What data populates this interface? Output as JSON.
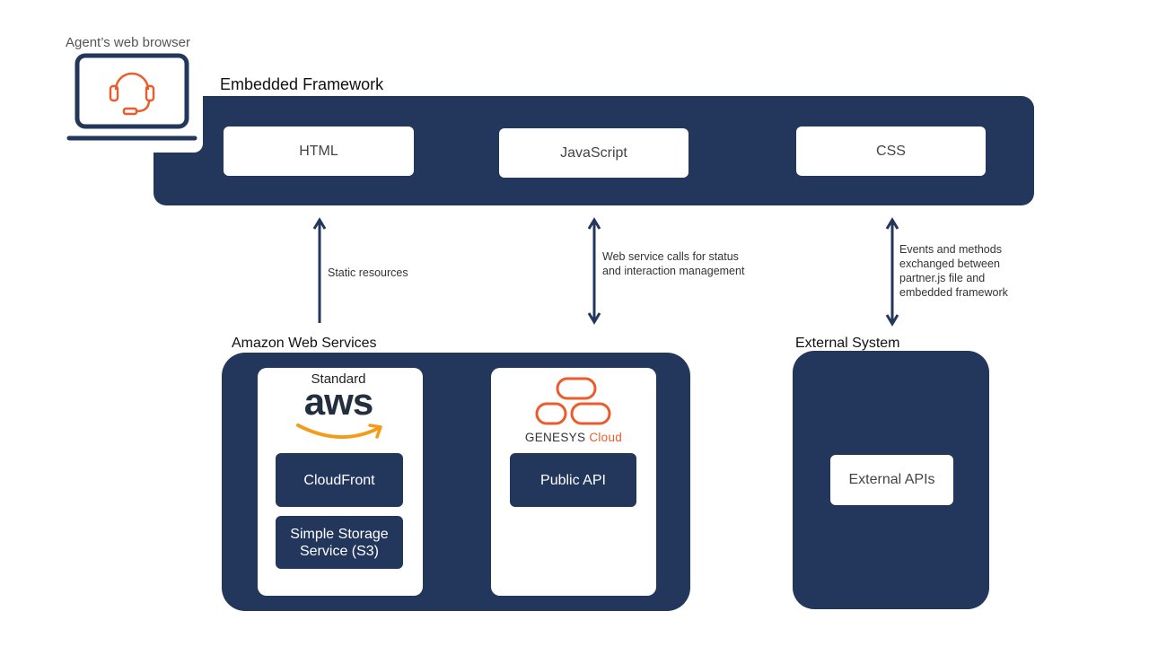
{
  "browser": {
    "label": "Agent’s web browser",
    "icon": "headset-laptop-icon"
  },
  "framework": {
    "title": "Embedded Framework",
    "items": [
      "HTML",
      "JavaScript",
      "CSS"
    ]
  },
  "connections": {
    "static": "Static resources",
    "webservice": "Web service calls for status and interaction management",
    "events": "Events and methods exchanged between partner.js file and embedded framework"
  },
  "aws": {
    "title": "Amazon Web Services",
    "standard_label": "Standard",
    "logo_text": "aws",
    "services": [
      "CloudFront",
      "Simple Storage Service (S3)"
    ]
  },
  "genesys": {
    "brand_word": "GENESYS",
    "brand_suffix": "Cloud",
    "service": "Public API"
  },
  "external": {
    "title": "External System",
    "service": "External APIs"
  },
  "colors": {
    "navy": "#23375c",
    "orange": "#ec5b2c",
    "aws_orange": "#f39c1a"
  }
}
